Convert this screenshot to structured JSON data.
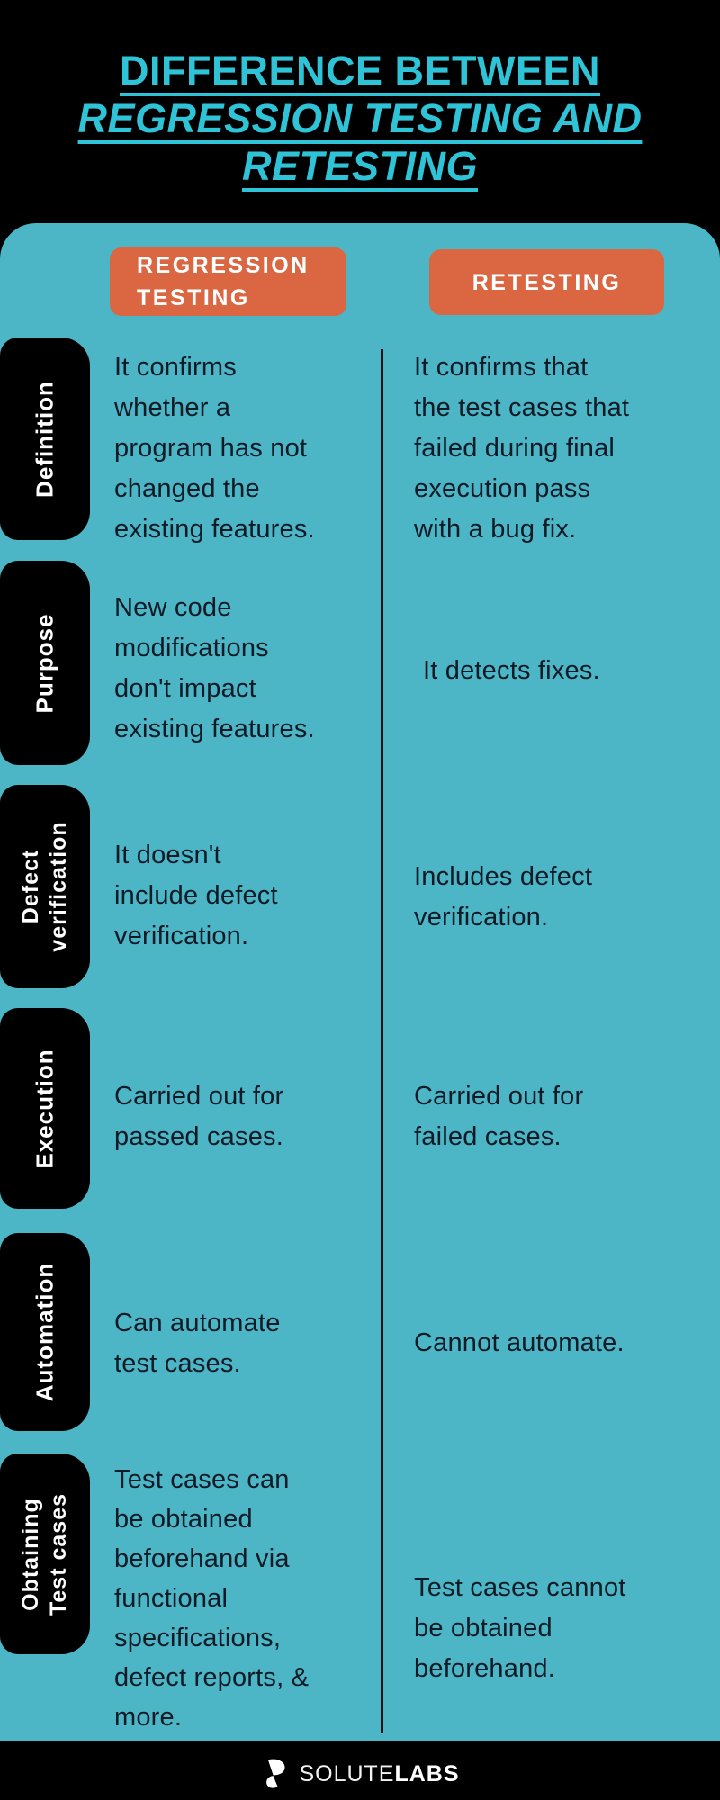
{
  "title": {
    "line1": "DIFFERENCE BETWEEN",
    "line2": "REGRESSION TESTING AND",
    "line3": "RETESTING"
  },
  "columns": {
    "left_header": "REGRESSION\nTESTING",
    "right_header": "RETESTING"
  },
  "rows": [
    {
      "label": "Definition",
      "left": "It confirms\nwhether a\nprogram has not\nchanged the\nexisting features.",
      "right": "It confirms that\nthe test cases that\nfailed during final\nexecution pass\nwith a bug fix."
    },
    {
      "label": "Purpose",
      "left": "New code\nmodifications\ndon't impact\nexisting features.",
      "right": "It detects fixes."
    },
    {
      "label": "Defect\nverification",
      "left": "It doesn't\ninclude defect\nverification.",
      "right": "Includes defect\nverification."
    },
    {
      "label": "Execution",
      "left": "Carried out for\npassed cases.",
      "right": "Carried out for\nfailed cases."
    },
    {
      "label": "Automation",
      "left": "Can automate\ntest cases.",
      "right": "Cannot automate."
    },
    {
      "label": "Obtaining\nTest cases",
      "left": "Test cases can\nbe obtained\nbeforehand via\nfunctional\nspecifications,\ndefect reports, &\nmore.",
      "right": "Test cases cannot\nbe obtained\nbeforehand."
    }
  ],
  "footer": {
    "brand_regular": "SOLUTE",
    "brand_bold": "LABS"
  },
  "colors": {
    "background": "#000000",
    "title_cyan": "#2ec3d6",
    "panel_teal": "#4cb5c6",
    "badge_orange": "#da6742",
    "body_text": "#101b26",
    "label_text": "#ffffff"
  }
}
